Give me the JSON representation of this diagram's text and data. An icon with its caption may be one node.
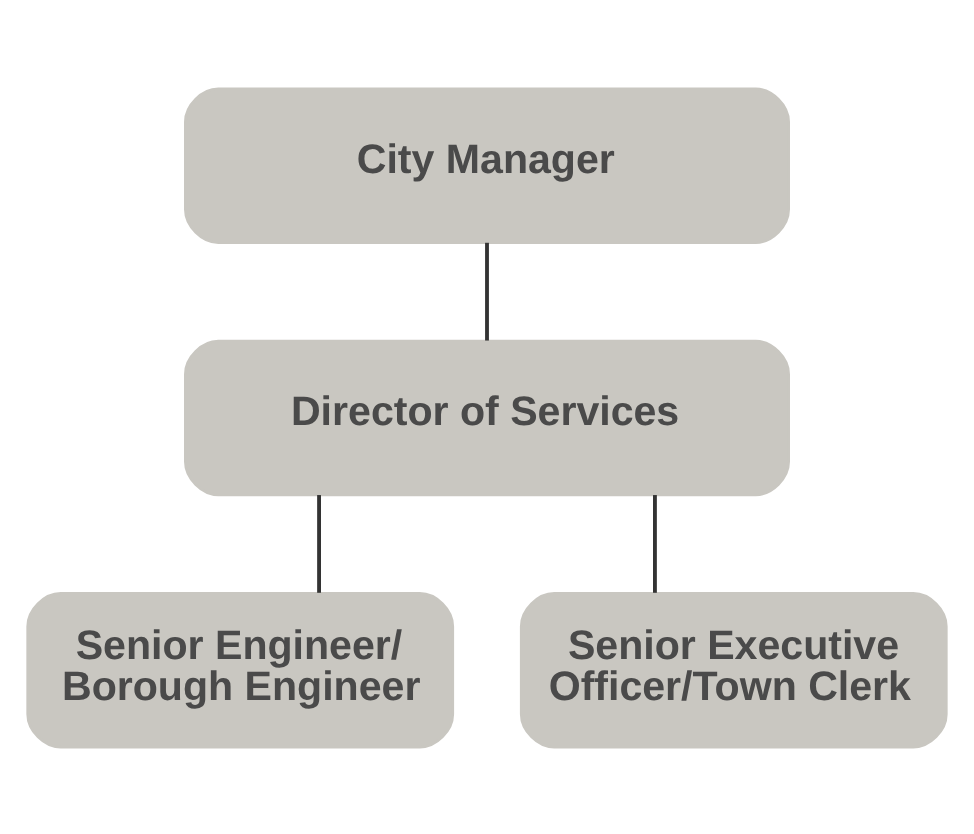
{
  "diagram": {
    "nodes": [
      {
        "text": [
          "City Manager"
        ]
      },
      {
        "text": [
          "Director of Services"
        ]
      },
      {
        "text": [
          "Senior Engineer/ Borough Engineer"
        ]
      },
      {
        "text": [
          "Senior Executive Officer/Town Clerk"
        ]
      }
    ],
    "edges": [
      {
        "from": 0,
        "to": 1,
        "arrow": "none"
      },
      {
        "from": 1,
        "to": 2,
        "arrow": "none"
      },
      {
        "from": 1,
        "to": 3,
        "arrow": "none"
      }
    ]
  }
}
